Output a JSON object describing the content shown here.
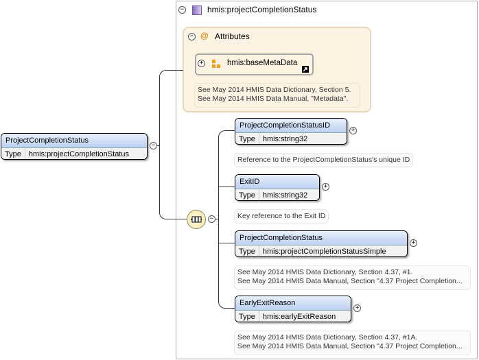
{
  "root_element": {
    "name": "ProjectCompletionStatus",
    "type_label": "Type",
    "type_value": "hmis:projectCompletionStatus"
  },
  "complex_type": {
    "name": "hmis:projectCompletionStatus"
  },
  "attributes": {
    "title": "Attributes",
    "group_name": "hmis:baseMetaData",
    "doc_line1": "See May 2014 HMIS Data Dictionary, Section 5.",
    "doc_line2": "See May 2014 HMIS Data Manual, \"Metadata\"."
  },
  "children": [
    {
      "name": "ProjectCompletionStatusID",
      "type_label": "Type",
      "type_value": "hmis:string32",
      "doc_line1": "Reference to the ProjectCompletionStatus's unique ID",
      "doc_line2": ""
    },
    {
      "name": "ExitID",
      "type_label": "Type",
      "type_value": "hmis:string32",
      "doc_line1": "Key reference to the Exit ID",
      "doc_line2": ""
    },
    {
      "name": "ProjectCompletionStatus",
      "type_label": "Type",
      "type_value": "hmis:projectCompletionStatusSimple",
      "doc_line1": "See May 2014 HMIS Data Dictionary, Section 4.37, #1.",
      "doc_line2": "See May 2014 HMIS Data Manual, Section \"4.37 Project Completion..."
    },
    {
      "name": "EarlyExitReason",
      "type_label": "Type",
      "type_value": "hmis:earlyExitReason",
      "doc_line1": "See May 2014 HMIS Data Dictionary, Section 4.37, #1A.",
      "doc_line2": "See May 2014 HMIS Data Manual, Section \"4.37 Project Completion..."
    }
  ],
  "icons": {
    "collapse": "−",
    "expand": "+",
    "attribute_at": "@"
  },
  "colors": {
    "element_header": "#bcd0f0",
    "attributes_panel": "#fdf3e3",
    "sequence_node": "#fdf6c9",
    "type_icon": "#b8a2d8"
  }
}
